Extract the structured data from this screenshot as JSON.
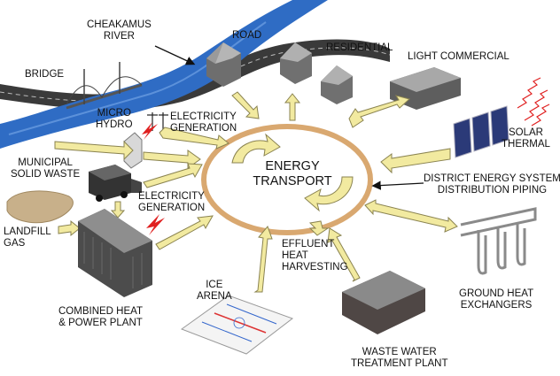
{
  "center": {
    "line1": "ENERGY",
    "line2": "TRANSPORT"
  },
  "labels": {
    "cheakamus_river": {
      "line1": "CHEAKAMUS",
      "line2": "RIVER"
    },
    "road": "ROAD",
    "bridge": "BRIDGE",
    "residential": "RESIDENTIAL",
    "light_commercial": "LIGHT COMMERCIAL",
    "micro_hydro": {
      "line1": "MICRO",
      "line2": "HYDRO"
    },
    "electricity_generation_top": {
      "line1": "ELECTRICITY",
      "line2": "GENERATION"
    },
    "solar_thermal": {
      "line1": "SOLAR",
      "line2": "THERMAL"
    },
    "municipal_solid_waste": {
      "line1": "MUNICIPAL",
      "line2": "SOLID WASTE"
    },
    "district_energy": {
      "line1": "DISTRICT ENERGY SYSTEM",
      "line2": "DISTRIBUTION PIPING"
    },
    "electricity_generation_mid": {
      "line1": "ELECTRICITY",
      "line2": "GENERATION"
    },
    "landfill_gas": {
      "line1": "LANDFILL",
      "line2": "GAS"
    },
    "effluent_heat": {
      "line1": "EFFLUENT",
      "line2": "HEAT",
      "line3": "HARVESTING"
    },
    "ice_arena": {
      "line1": "ICE",
      "line2": "ARENA"
    },
    "ground_heat": {
      "line1": "GROUND HEAT",
      "line2": "EXCHANGERS"
    },
    "chp": {
      "line1": "COMBINED HEAT",
      "line2": "& POWER PLANT"
    },
    "wastewater": {
      "line1": "WASTE WATER",
      "line2": "TREATMENT PLANT"
    }
  },
  "colors": {
    "ring": "#d9a870",
    "arrow_fill": "#f2eaa0",
    "arrow_stroke": "#8a8350",
    "river": "#2f6cc4",
    "road": "#3a3a3a",
    "building_roof": "#8c8c8c",
    "building_wall": "#6e6e6e",
    "landfill": "#c8b08a",
    "lightning": "#e02020"
  }
}
